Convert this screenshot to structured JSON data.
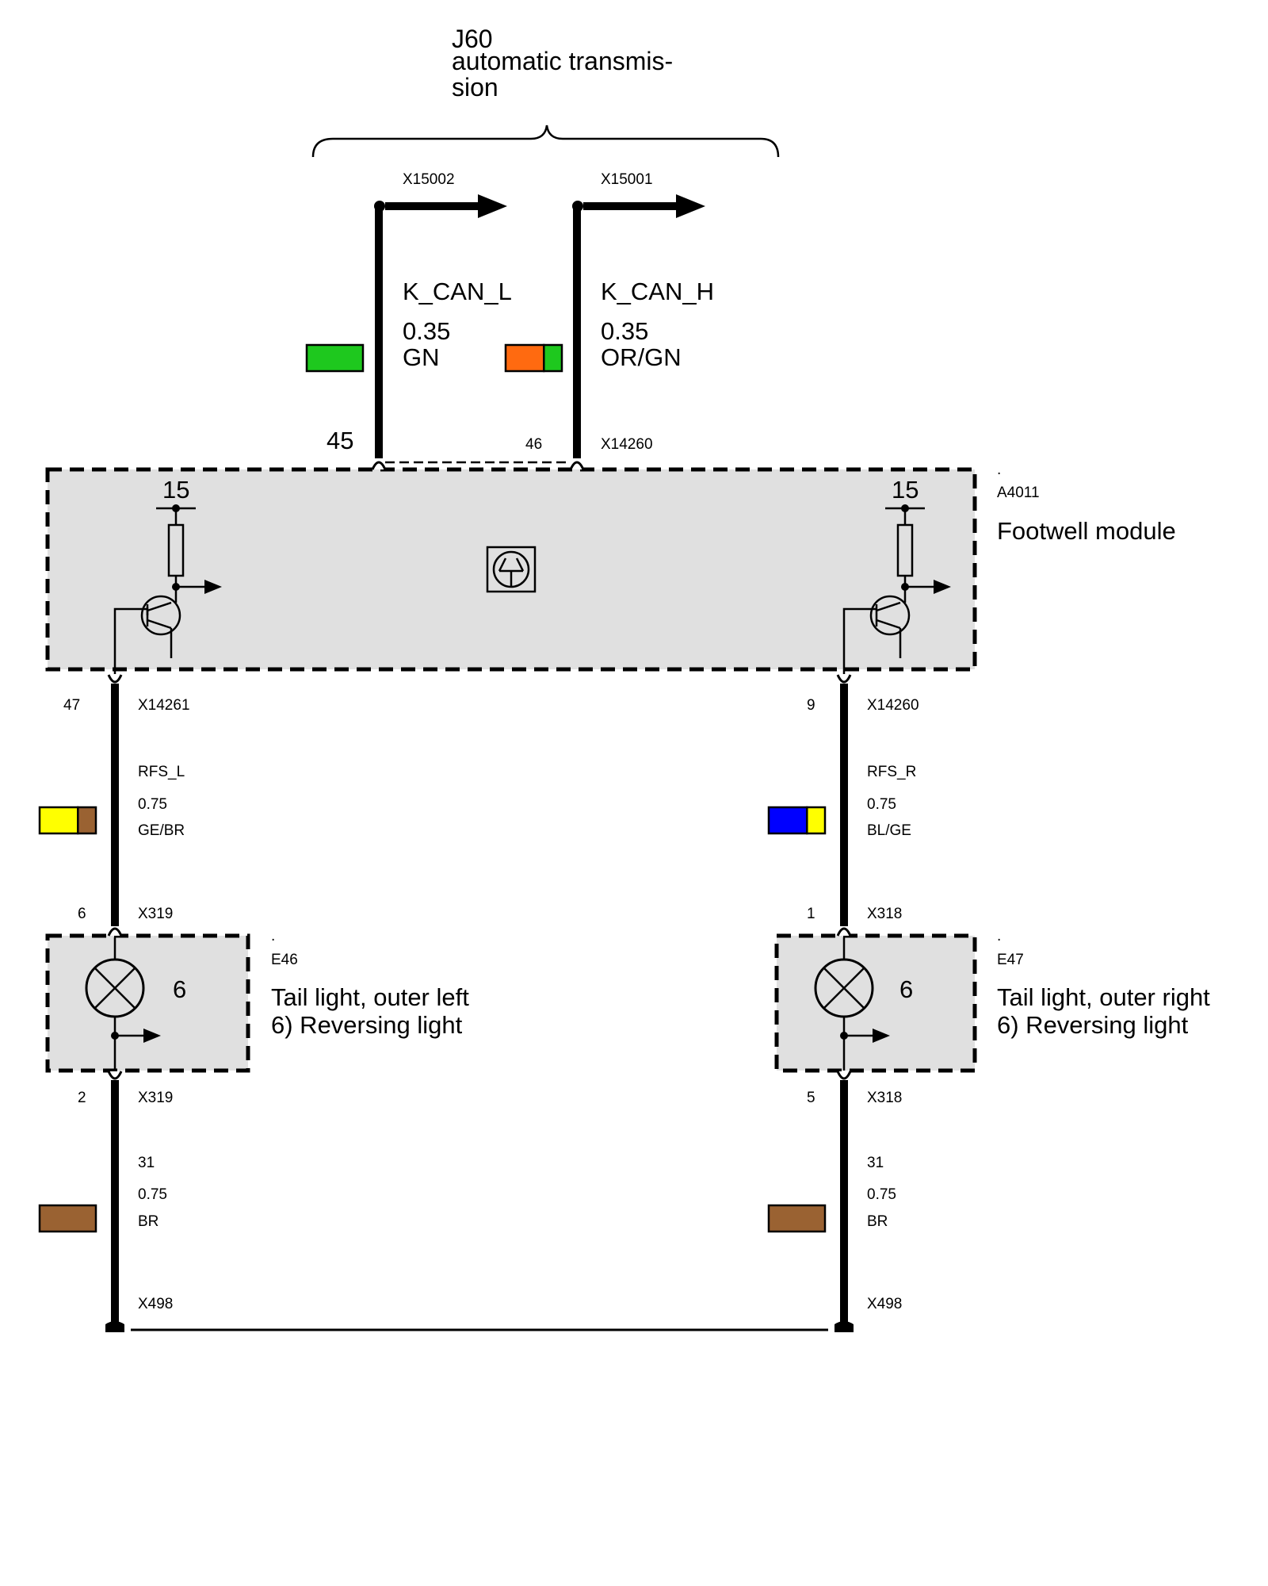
{
  "destination": {
    "code": "J60",
    "name_line1": "automatic transmis-",
    "name_line2": "sion"
  },
  "can_wires": [
    {
      "connector": "X15002",
      "signal": "K_CAN_L",
      "gauge": "0.35",
      "color_code": "GN",
      "pin": "45",
      "colors": [
        "#1ec81e"
      ]
    },
    {
      "connector": "X15001",
      "signal": "K_CAN_H",
      "gauge": "0.35",
      "color_code": "OR/GN",
      "pin": "46",
      "colors": [
        "#ff6a10",
        "#1ec81e"
      ]
    }
  ],
  "module_connector": "X14260",
  "module": {
    "dot": ".",
    "code": "A4011",
    "name": "Footwell module",
    "terminal_left": "15",
    "terminal_right": "15"
  },
  "rfs_wires": [
    {
      "pin_top": "47",
      "connector_top": "X14261",
      "signal": "RFS_L",
      "gauge": "0.75",
      "color_code": "GE/BR",
      "colors": [
        "#ffff00",
        "#9a6232"
      ],
      "pin_bottom": "6",
      "connector_bottom": "X319"
    },
    {
      "pin_top": "9",
      "connector_top": "X14260",
      "signal": "RFS_R",
      "gauge": "0.75",
      "color_code": "BL/GE",
      "colors": [
        "#0000ff",
        "#ffff00"
      ],
      "pin_bottom": "1",
      "connector_bottom": "X318"
    }
  ],
  "lights": [
    {
      "dot": ".",
      "code": "E46",
      "name": "Tail light, outer left",
      "function": "6) Reversing light",
      "number": "6"
    },
    {
      "dot": ".",
      "code": "E47",
      "name": "Tail light, outer right",
      "function": "6) Reversing light",
      "number": "6"
    }
  ],
  "ground_wires": [
    {
      "pin_top": "2",
      "connector_top": "X319",
      "signal": "31",
      "gauge": "0.75",
      "color_code": "BR",
      "colors": [
        "#9a6232"
      ],
      "ground": "X498"
    },
    {
      "pin_top": "5",
      "connector_top": "X318",
      "signal": "31",
      "gauge": "0.75",
      "color_code": "BR",
      "colors": [
        "#9a6232"
      ],
      "ground": "X498"
    }
  ]
}
